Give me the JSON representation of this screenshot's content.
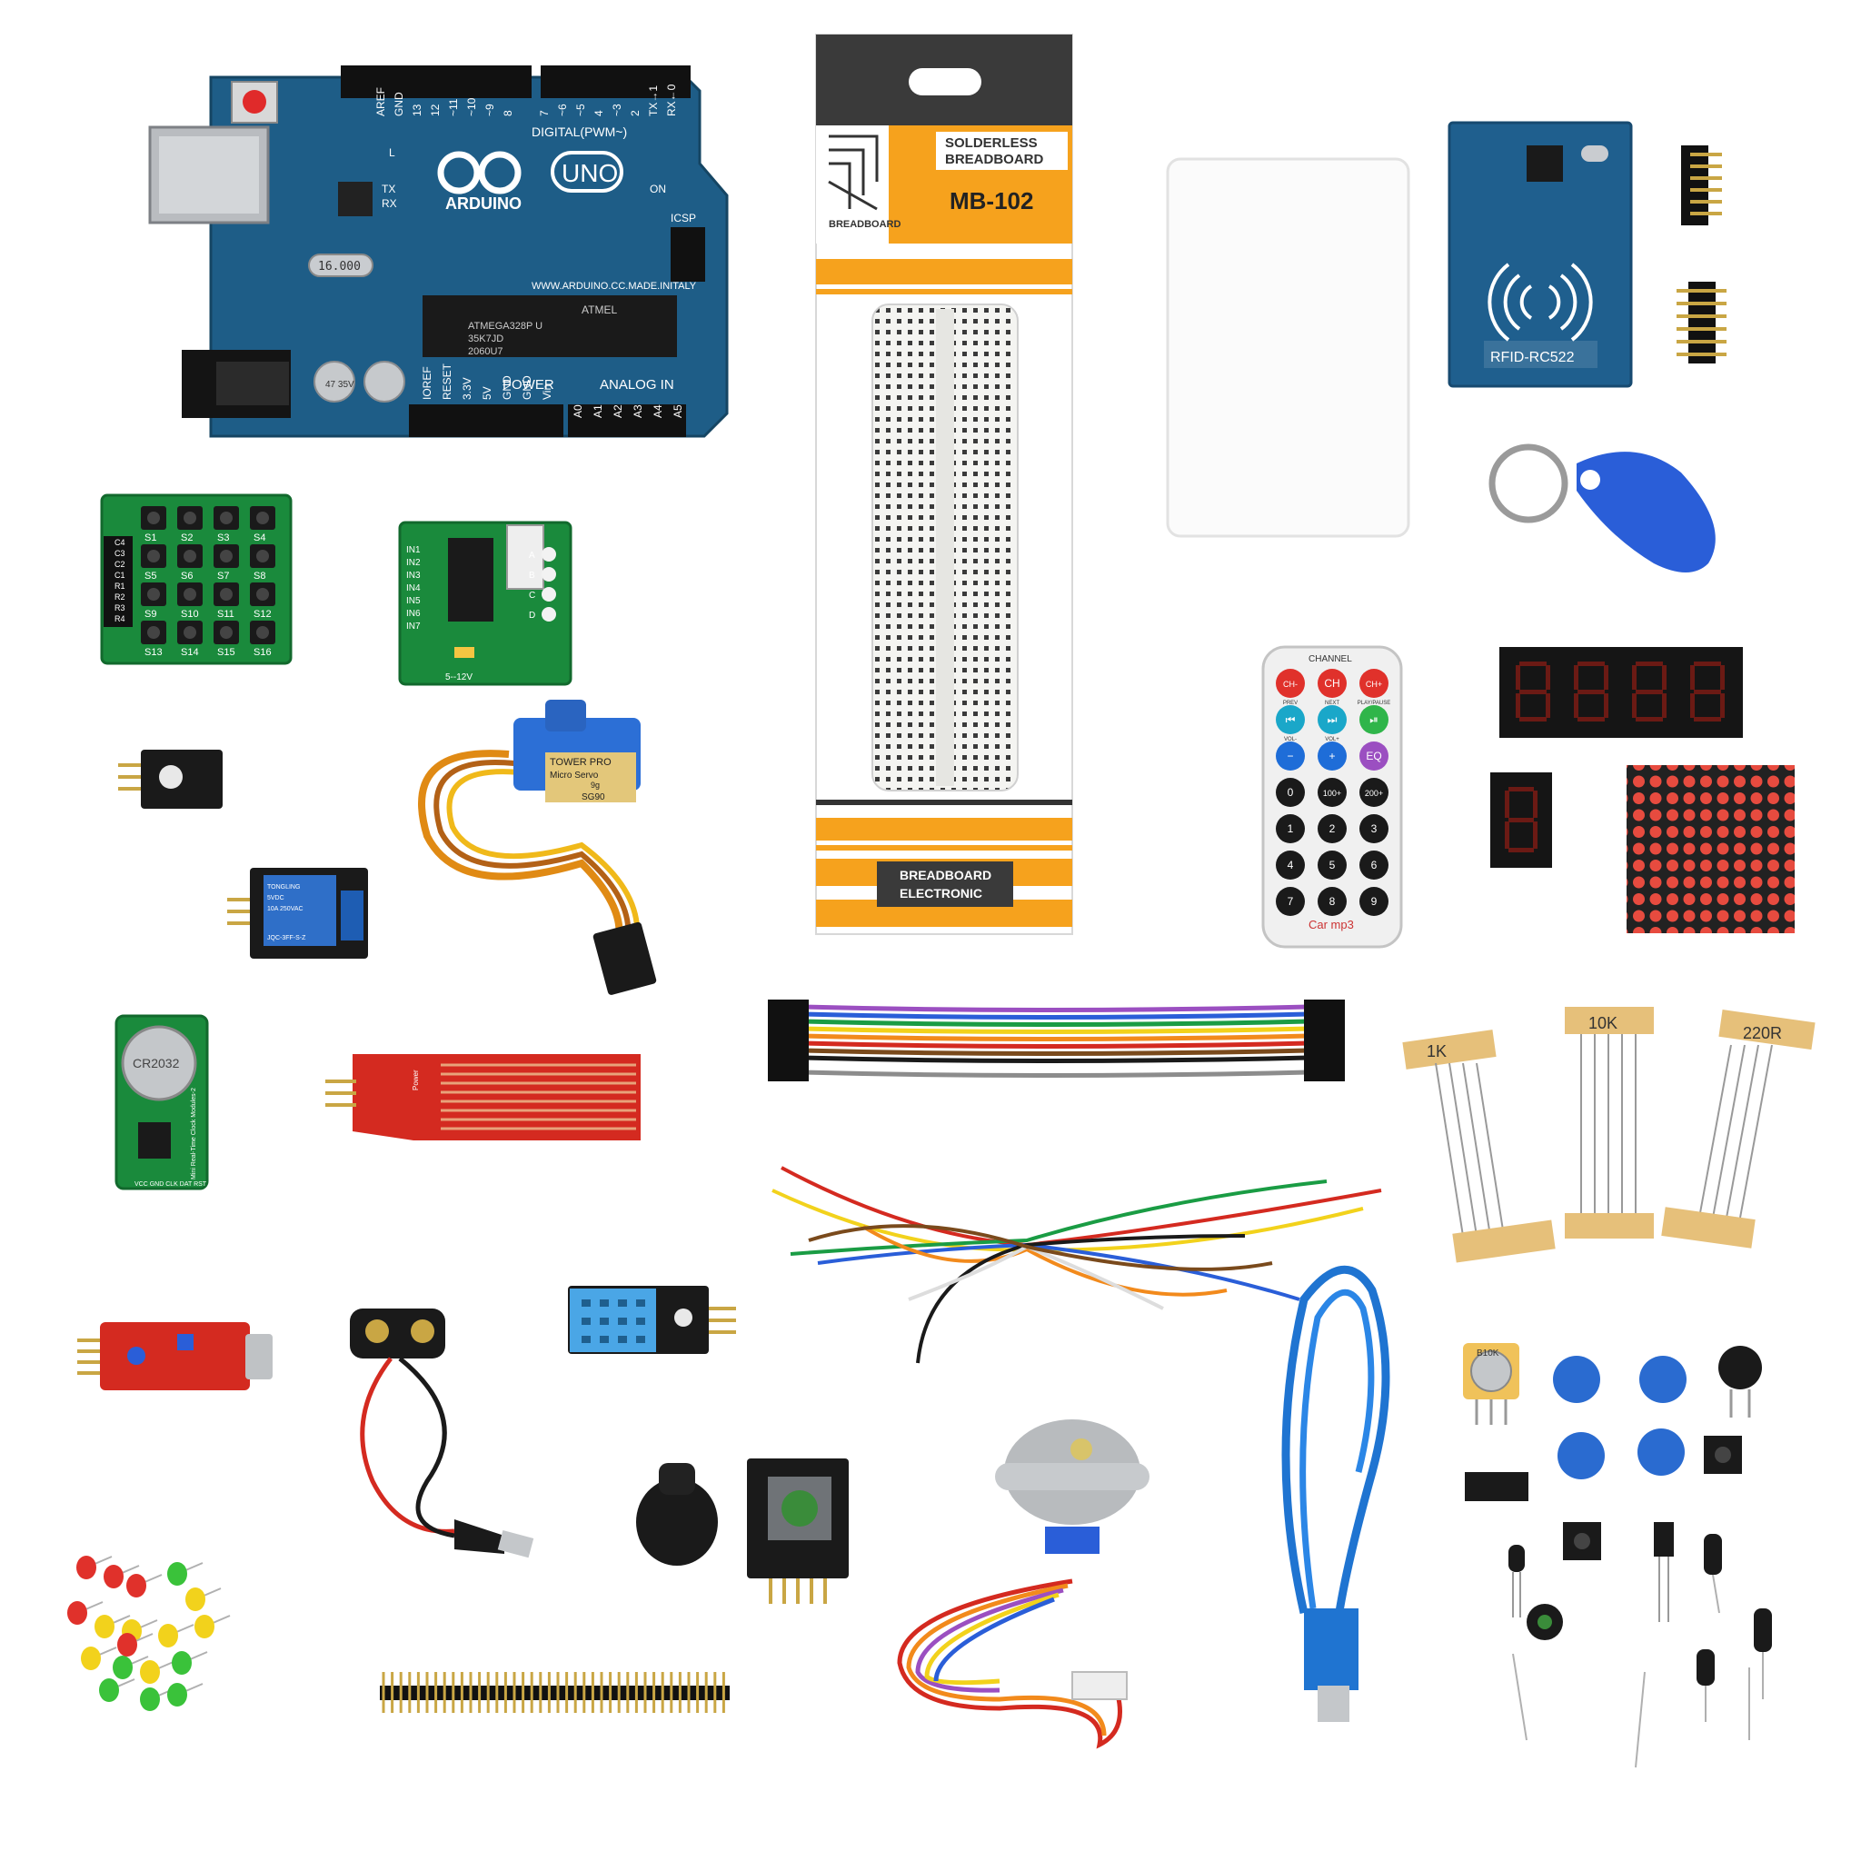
{
  "arduino": {
    "brand": "ARDUINO",
    "model": "UNO",
    "digital": "DIGITAL(PWM~)",
    "aref": "AREF",
    "gnd": "GND",
    "tx": "TX",
    "rx": "RX",
    "on": "ON",
    "icsp": "ICSP",
    "l": "L",
    "url": "WWW.ARDUINO.CC.MADE.INITALY",
    "crystal": "16.000",
    "chip_brand": "ATMEL",
    "chip_model": "ATMEGA328P U",
    "chip_code": "35K7JD",
    "chip_date": "2060U7",
    "power": "POWER",
    "analog": "ANALOG IN",
    "cap": "47 35V",
    "power_pins": [
      "IOREF",
      "RESET",
      "3.3V",
      "5V",
      "GND",
      "GND",
      "Vin"
    ],
    "analog_pins": [
      "A0",
      "A1",
      "A2",
      "A3",
      "A4",
      "A5"
    ],
    "digital_pins": [
      "AREF",
      "GND",
      "13",
      "12",
      "~11",
      "~10",
      "~9",
      "8",
      "7",
      "~6",
      "~5",
      "4",
      "~3",
      "2",
      "TX→1",
      "RX←0"
    ]
  },
  "breadboard": {
    "line1": "SOLDERLESS",
    "line2": "BREADBOARD",
    "model": "MB-102",
    "logo": "BREADBOARD",
    "bottom1": "BREADBOARD",
    "bottom2": "ELECTRONIC"
  },
  "rfid": {
    "label": "RFID-RC522"
  },
  "keypad": {
    "keys": [
      "S1",
      "S2",
      "S3",
      "S4",
      "S5",
      "S6",
      "S7",
      "S8",
      "S9",
      "S10",
      "S11",
      "S12",
      "S13",
      "S14",
      "S15",
      "S16"
    ],
    "pins": [
      "C4",
      "C3",
      "C2",
      "C1",
      "R1",
      "R2",
      "R3",
      "R4"
    ]
  },
  "uln": {
    "inputs": [
      "IN1",
      "IN2",
      "IN3",
      "IN4",
      "IN5",
      "IN6",
      "IN7"
    ],
    "leds": [
      "A",
      "B",
      "C",
      "D"
    ],
    "voltage": "5--12V"
  },
  "servo": {
    "brand": "TOWER PRO",
    "name": "Micro Servo",
    "weight": "9g",
    "model": "SG90"
  },
  "remote": {
    "channel": "CHANNEL",
    "buttons": [
      "CH-",
      "CH",
      "CH+",
      "⏮",
      "⏭",
      "⏯",
      "−",
      "+",
      "EQ",
      "0",
      "100+",
      "200+",
      "1",
      "2",
      "3",
      "4",
      "5",
      "6",
      "7",
      "8",
      "9"
    ],
    "sub": [
      "PREV",
      "NEXT",
      "PLAY/PAUSE",
      "VOL-",
      "VOL+"
    ],
    "brand": "Car mp3"
  },
  "relay": {
    "line1": "TONGLING",
    "line2": "5VDC",
    "line3": "10A 250VAC",
    "line4": "JQC-3FF-S-Z"
  },
  "rtc": {
    "battery": "CR2032",
    "module": "Mini Real-Time Clock Modules-2",
    "pins": "VCC GND CLK DAT RST"
  },
  "water": {
    "label": "Power"
  },
  "resistors": [
    {
      "label": "1K"
    },
    {
      "label": "10K"
    },
    {
      "label": "220R"
    }
  ],
  "potentiometer": {
    "label": "B10K"
  },
  "colors": {
    "pcb_blue": "#1e5d87",
    "pcb_green": "#1a8a3c",
    "pcb_red": "#d42a20",
    "breadboard_orange": "#f6a21d",
    "cable_blue": "#1f74d1",
    "background": "#ffffff"
  }
}
